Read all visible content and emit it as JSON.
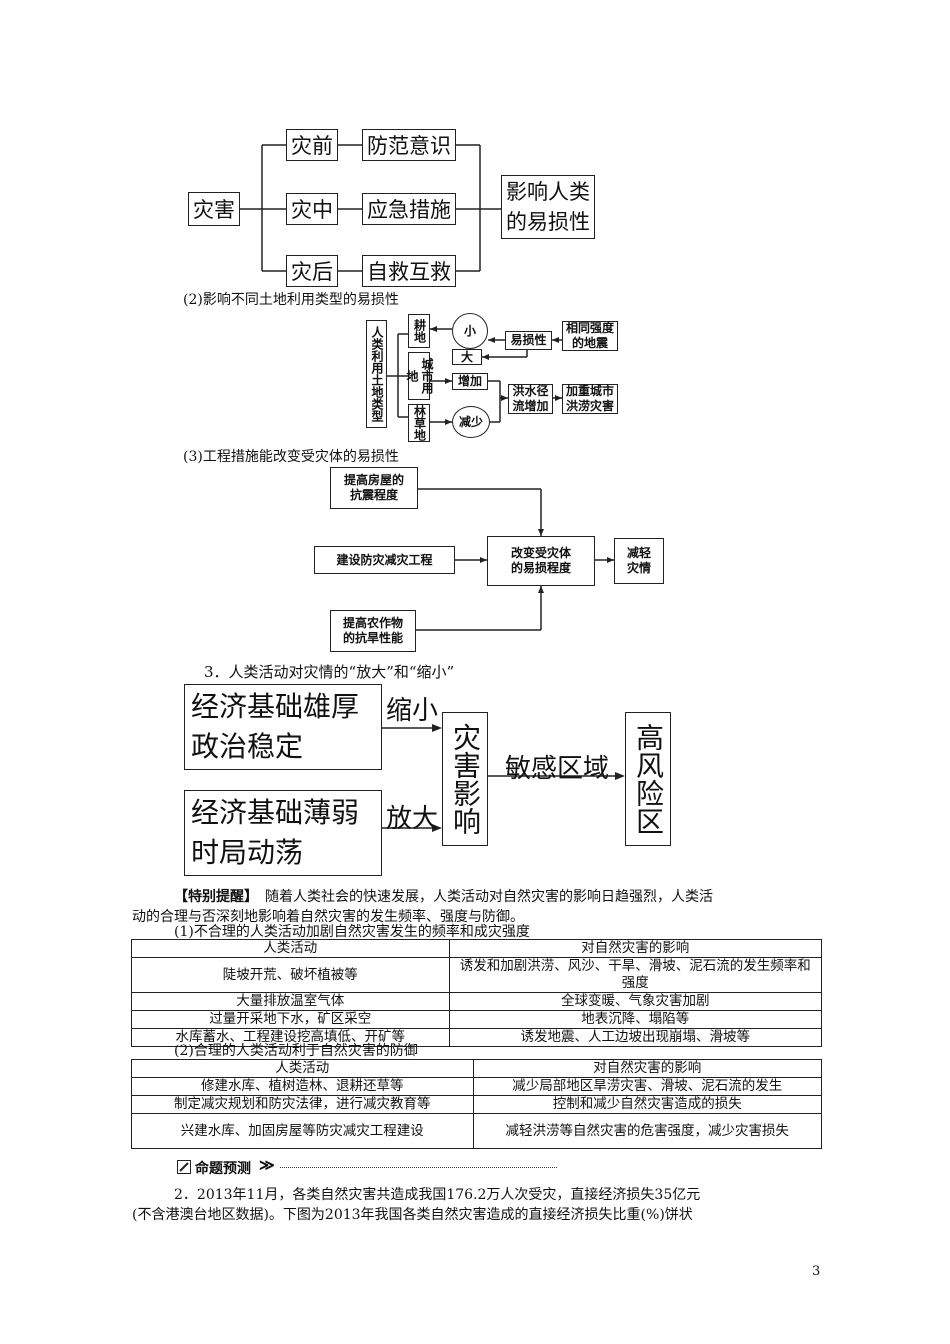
{
  "diagram1": {
    "root": "灾害",
    "stages": [
      "灾前",
      "灾中",
      "灾后"
    ],
    "actions": [
      "防范意识",
      "应急措施",
      "自救互救"
    ],
    "result_line1": "影响人类",
    "result_line2": "的易损性"
  },
  "section2_title": "(2)影响不同土地利用类型的易损性",
  "diagram2": {
    "root": "人类利用土地类型",
    "lands": [
      "耕地",
      "城市用地",
      "林草地"
    ],
    "small": "小",
    "big": "大",
    "increase": "增加",
    "decrease": "减少",
    "vulnerability": "易损性",
    "quake_line1": "相同强度",
    "quake_line2": "的地震",
    "runoff_line1": "洪水径",
    "runoff_line2": "流增加",
    "flood_line1": "加重城市",
    "flood_line2": "洪涝灾害"
  },
  "section3_title": "(3)工程措施能改变受灾体的易损性",
  "diagram3": {
    "house_line1": "提高房屋的",
    "house_line2": "抗震程度",
    "project": "建设防灾减灾工程",
    "crop_line1": "提高农作物",
    "crop_line2": "的抗旱性能",
    "center_line1": "改变受灾体",
    "center_line2": "的易损程度",
    "result_line1": "减轻",
    "result_line2": "灾情"
  },
  "heading3": "3．人类活动对灾情的“放大”和“缩小”",
  "diagram4": {
    "strong_line1": "经济基础雄厚",
    "strong_line2": "政治稳定",
    "shrink": "缩小",
    "weak_line1": "经济基础薄弱",
    "weak_line2": "时局动荡",
    "amplify": "放大",
    "impact": "灾害影响",
    "sensitive": "敏感区域",
    "risk": "高风险区"
  },
  "reminder": {
    "label": "【特别提醒】",
    "text_line1": "　随着人类社会的快速发展，人类活动对自然灾害的影响日趋强烈，人类活",
    "text_line2": "动的合理与否深刻地影响着自然灾害的发生频率、强度与防御。"
  },
  "table1": {
    "caption": "(1)不合理的人类活动加剧自然灾害发生的频率和成灾强度",
    "headers": [
      "人类活动",
      "对自然灾害的影响"
    ],
    "rows": [
      [
        "陡坡开荒、破坏植被等",
        "诱发和加剧洪涝、风沙、干旱、滑坡、泥石流的发生频率和强度"
      ],
      [
        "大量排放温室气体",
        "全球变暖、气象灾害加剧"
      ],
      [
        "过量开采地下水，矿区采空",
        "地表沉降、塌陷等"
      ],
      [
        "水库蓄水、工程建设挖高填低、开矿等",
        "诱发地震、人工边坡出现崩塌、滑坡等"
      ]
    ]
  },
  "table2": {
    "caption": "(2)合理的人类活动利于自然灾害的防御",
    "headers": [
      "人类活动",
      "对自然灾害的影响"
    ],
    "rows": [
      [
        "修建水库、植树造林、退耕还草等",
        "减少局部地区旱涝灾害、滑坡、泥石流的发生"
      ],
      [
        "制定减灾规划和防灾法律，进行减灾教育等",
        "控制和减少自然灾害造成的损失"
      ],
      [
        "兴建水库、加固房屋等防灾减灾工程建设",
        "减轻洪涝等自然灾害的危害强度，减少灾害损失"
      ]
    ]
  },
  "prediction": {
    "label": "命题预测",
    "arrows": "≫",
    "q_line1": "2．2013年11月，各类自然灾害共造成我国176.2万人次受灾，直接经济损失35亿元",
    "q_line2": "(不含港澳台地区数据)。下图为2013年我国各类自然灾害造成的直接经济损失比重(%)饼状"
  },
  "page_number": "3"
}
